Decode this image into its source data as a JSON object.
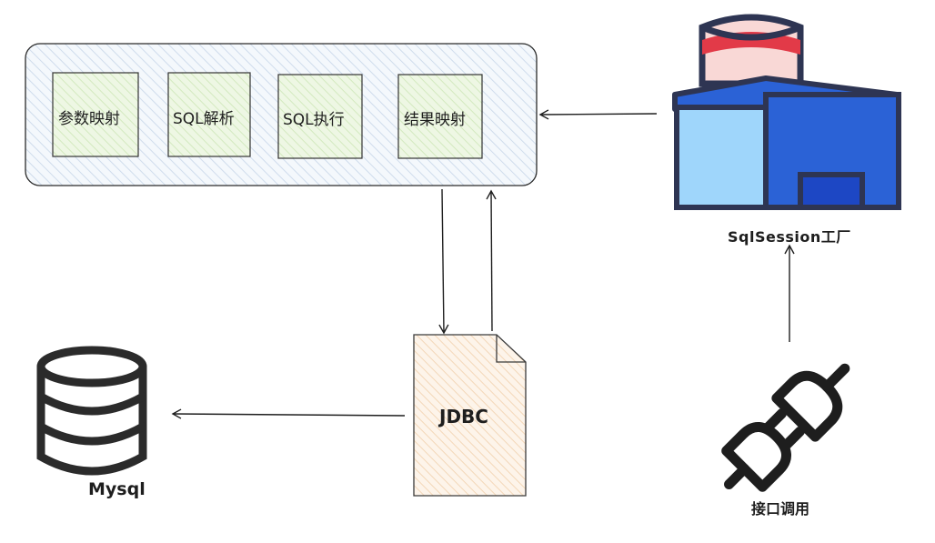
{
  "pipeline": {
    "steps": [
      {
        "label": "参数映射"
      },
      {
        "label": "SQL解析"
      },
      {
        "label": "SQL执行"
      },
      {
        "label": "结果映射"
      }
    ]
  },
  "factory": {
    "label": "SqlSession工厂",
    "icon": "factory-building-icon"
  },
  "jdbc": {
    "label": "JDBC",
    "icon": "document-icon"
  },
  "database": {
    "label": "Mysql",
    "icon": "database-icon"
  },
  "interface": {
    "label": "接口调用",
    "icon": "plug-icon"
  },
  "colors": {
    "step_fill": "#e9f5dc",
    "container_fill": "#eef4fb",
    "jdbc_fill": "#fbefe2",
    "factory_blue": "#1f5fd1",
    "factory_light": "#9fd3f7",
    "factory_red": "#e03a4a",
    "factory_pink": "#f7d3d3",
    "ink": "#1e1e1e"
  }
}
